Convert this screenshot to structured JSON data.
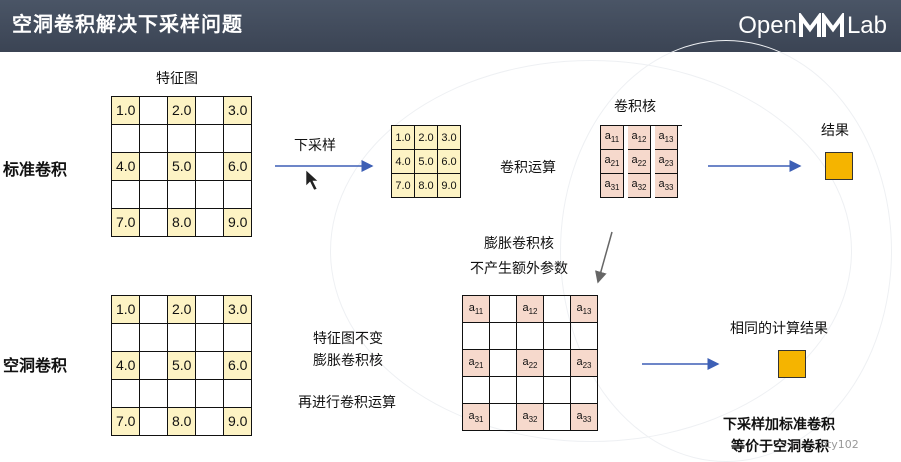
{
  "header": {
    "title": "空洞卷积解决下采样问题",
    "logo_left": "Open",
    "logo_right": "Lab"
  },
  "rows": {
    "standard": "标准卷积",
    "dilated": "空洞卷积"
  },
  "labels": {
    "feature_map": "特征图",
    "downsample": "下采样",
    "conv_op": "卷积运算",
    "kernel": "卷积核",
    "result": "结果",
    "dilated_kernel": "膨胀卷积核",
    "no_extra": "不产生额外参数",
    "fm_unchanged": "特征图不变",
    "dilate_kernel": "膨胀卷积核",
    "conv_again": "再进行卷积运算",
    "same_result": "相同的计算结果",
    "concl1": "下采样加标准卷积",
    "concl2": "等价于空洞卷积"
  },
  "watermark": "nty102",
  "feature_values": [
    "1.0",
    "2.0",
    "3.0",
    "4.0",
    "5.0",
    "6.0",
    "7.0",
    "8.0",
    "9.0"
  ],
  "kernel_values": [
    "a11",
    "a12",
    "a13",
    "a21",
    "a22",
    "a23",
    "a31",
    "a32",
    "a33"
  ],
  "colors": {
    "header": "#3b4454",
    "feature_fill": "#fdf3c4",
    "kernel_fill": "#f6d9cc",
    "result": "#f5b400",
    "arrow": "#3d5fb5"
  }
}
